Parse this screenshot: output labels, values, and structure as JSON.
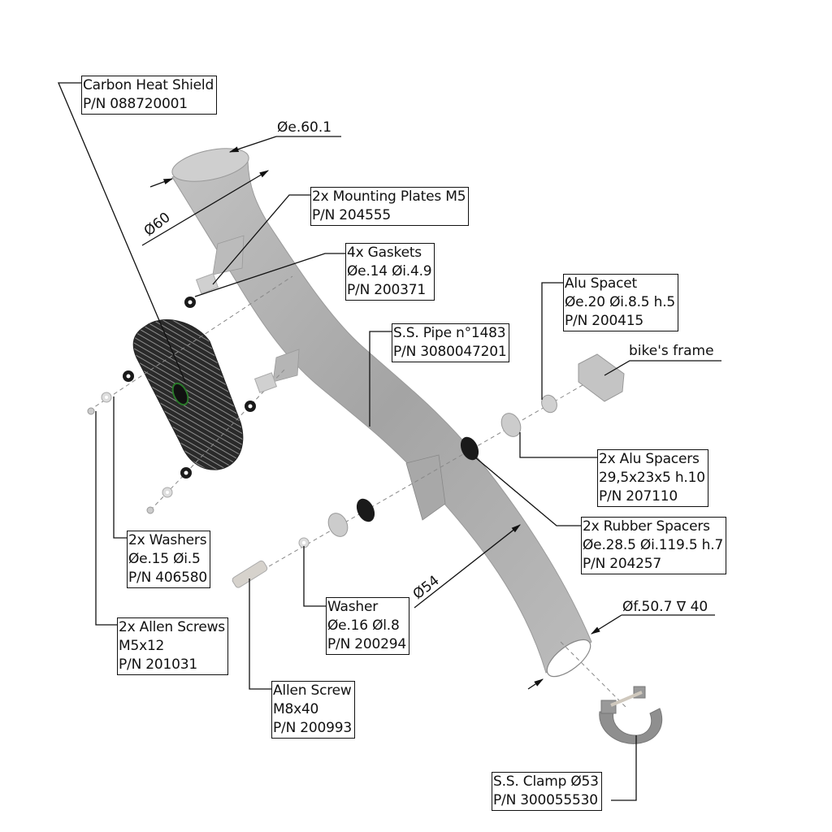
{
  "title": "Exploded view — S.S. Pipe n°1483 assembly",
  "colors": {
    "line": "#111111",
    "pipe_light": "#bdbdbd",
    "pipe_dark": "#8c8c8c",
    "carbon": "#2b2b2b",
    "rubber": "#1a1a1a",
    "metal": "#c8c8c8"
  },
  "dimensions": {
    "outer_top": "Øe.60.1",
    "pipe_top": "Ø60",
    "pipe_lower": "Ø54",
    "outlet": "Øf.50.7 ∇ 40"
  },
  "callouts": {
    "carbon_heat_shield": {
      "lines": [
        "Carbon Heat Shield",
        "P/N 088720001"
      ]
    },
    "mounting_plates": {
      "lines": [
        "2x Mounting Plates M5",
        "P/N 204555"
      ]
    },
    "gaskets": {
      "lines": [
        "4x Gaskets",
        "Øe.14 Øi.4.9",
        "P/N 200371"
      ]
    },
    "alu_spacer": {
      "lines": [
        "Alu Spacet",
        "Øe.20 Øi.8.5 h.5",
        "P/N 200415"
      ]
    },
    "ss_pipe": {
      "lines": [
        "S.S. Pipe n°1483",
        "P/N 3080047201"
      ]
    },
    "bikes_frame": {
      "lines": [
        "bike's frame"
      ]
    },
    "alu_spacers": {
      "lines": [
        "2x Alu Spacers",
        "29,5x23x5 h.10",
        "P/N 207110"
      ]
    },
    "rubber_spacers": {
      "lines": [
        "2x Rubber Spacers",
        "Øe.28.5 Øi.119.5 h.7",
        "P/N 204257"
      ]
    },
    "washers": {
      "lines": [
        "2x Washers",
        "Øe.15 Øi.5",
        "P/N 406580"
      ]
    },
    "allen_screws": {
      "lines": [
        "2x Allen Screws",
        "M5x12",
        "P/N 201031"
      ]
    },
    "washer": {
      "lines": [
        "Washer",
        "Øe.16 Øl.8",
        "P/N 200294"
      ]
    },
    "allen_screw": {
      "lines": [
        "Allen Screw",
        "M8x40",
        "P/N 200993"
      ]
    },
    "ss_clamp": {
      "lines": [
        "S.S. Clamp Ø53",
        "P/N 300055530"
      ]
    }
  }
}
